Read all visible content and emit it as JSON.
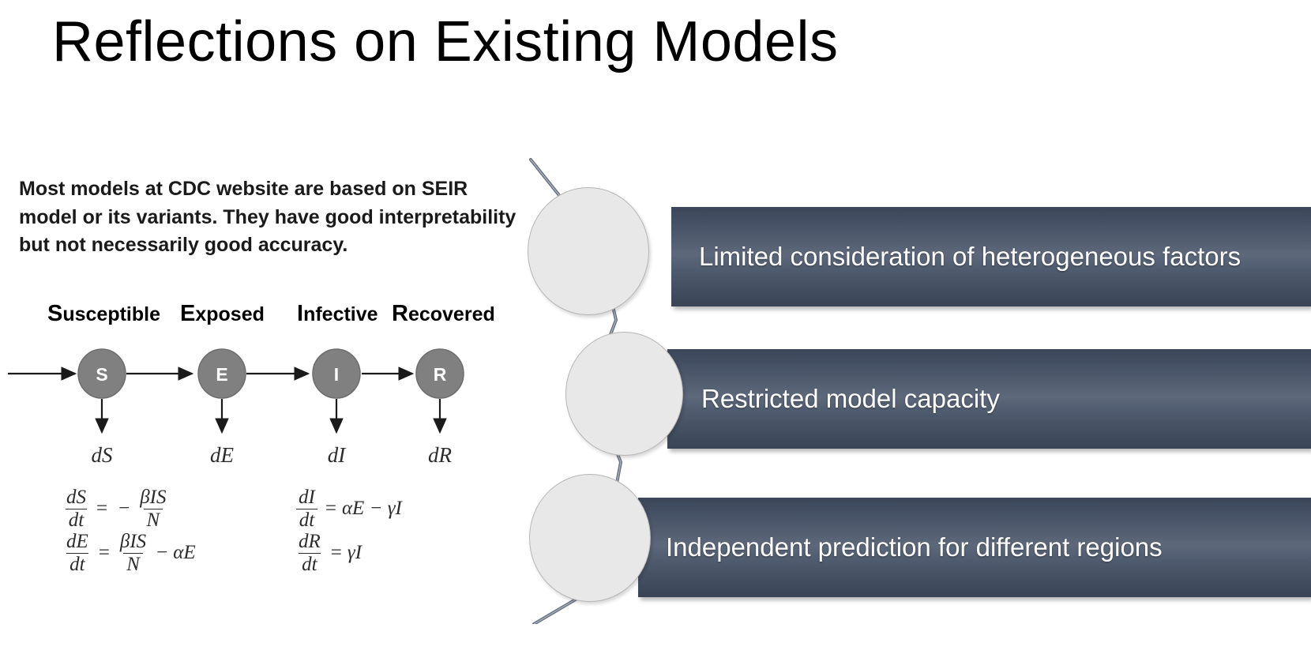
{
  "slide": {
    "title": "Reflections on Existing Models",
    "background_color": "#ffffff"
  },
  "left_panel": {
    "paragraph": "Most models at CDC website are based on SEIR model or its variants. They have good interpretability but not necessarily good accuracy.",
    "seir_labels": [
      {
        "initial": "S",
        "rest": "usceptible"
      },
      {
        "initial": "E",
        "rest": "xposed"
      },
      {
        "initial": "I",
        "rest": "nfective"
      },
      {
        "initial": "R",
        "rest": "ecovered"
      }
    ],
    "nodes": [
      {
        "id": "S",
        "letter": "S",
        "outflow_label": "dS"
      },
      {
        "id": "E",
        "letter": "E",
        "outflow_label": "dE"
      },
      {
        "id": "I",
        "letter": "I",
        "outflow_label": "dI"
      },
      {
        "id": "R",
        "letter": "R",
        "outflow_label": "dR"
      }
    ],
    "node_fill_color": "#808080",
    "node_text_color": "#ffffff",
    "arrow_color": "#1a1a1a",
    "equations": {
      "left_column": [
        {
          "lhs_num": "dS",
          "lhs_den": "dt",
          "op": "=",
          "sign": "−",
          "rhs_num": "βIS",
          "rhs_den": "N",
          "tail_op": "",
          "tail": ""
        },
        {
          "lhs_num": "dE",
          "lhs_den": "dt",
          "op": "=",
          "sign": "",
          "rhs_num": "βIS",
          "rhs_den": "N",
          "tail_op": "−",
          "tail": "αE"
        }
      ],
      "right_column": [
        {
          "lhs_num": "dI",
          "lhs_den": "dt",
          "op": "=",
          "rhs_plain": "αE − γI"
        },
        {
          "lhs_num": "dR",
          "lhs_den": "dt",
          "op": "=",
          "rhs_plain": "γI"
        }
      ]
    }
  },
  "right_panel": {
    "banner_color_top": "#3b4759",
    "banner_color_mid": "#5d687b",
    "banner_color_bottom": "#3a4556",
    "bubble_color": "#e8e8e8",
    "connector_color": "#5a6575",
    "banners": [
      {
        "text": "Limited consideration of heterogeneous factors"
      },
      {
        "text": "Restricted model capacity"
      },
      {
        "text": "Independent prediction for different regions"
      }
    ]
  }
}
